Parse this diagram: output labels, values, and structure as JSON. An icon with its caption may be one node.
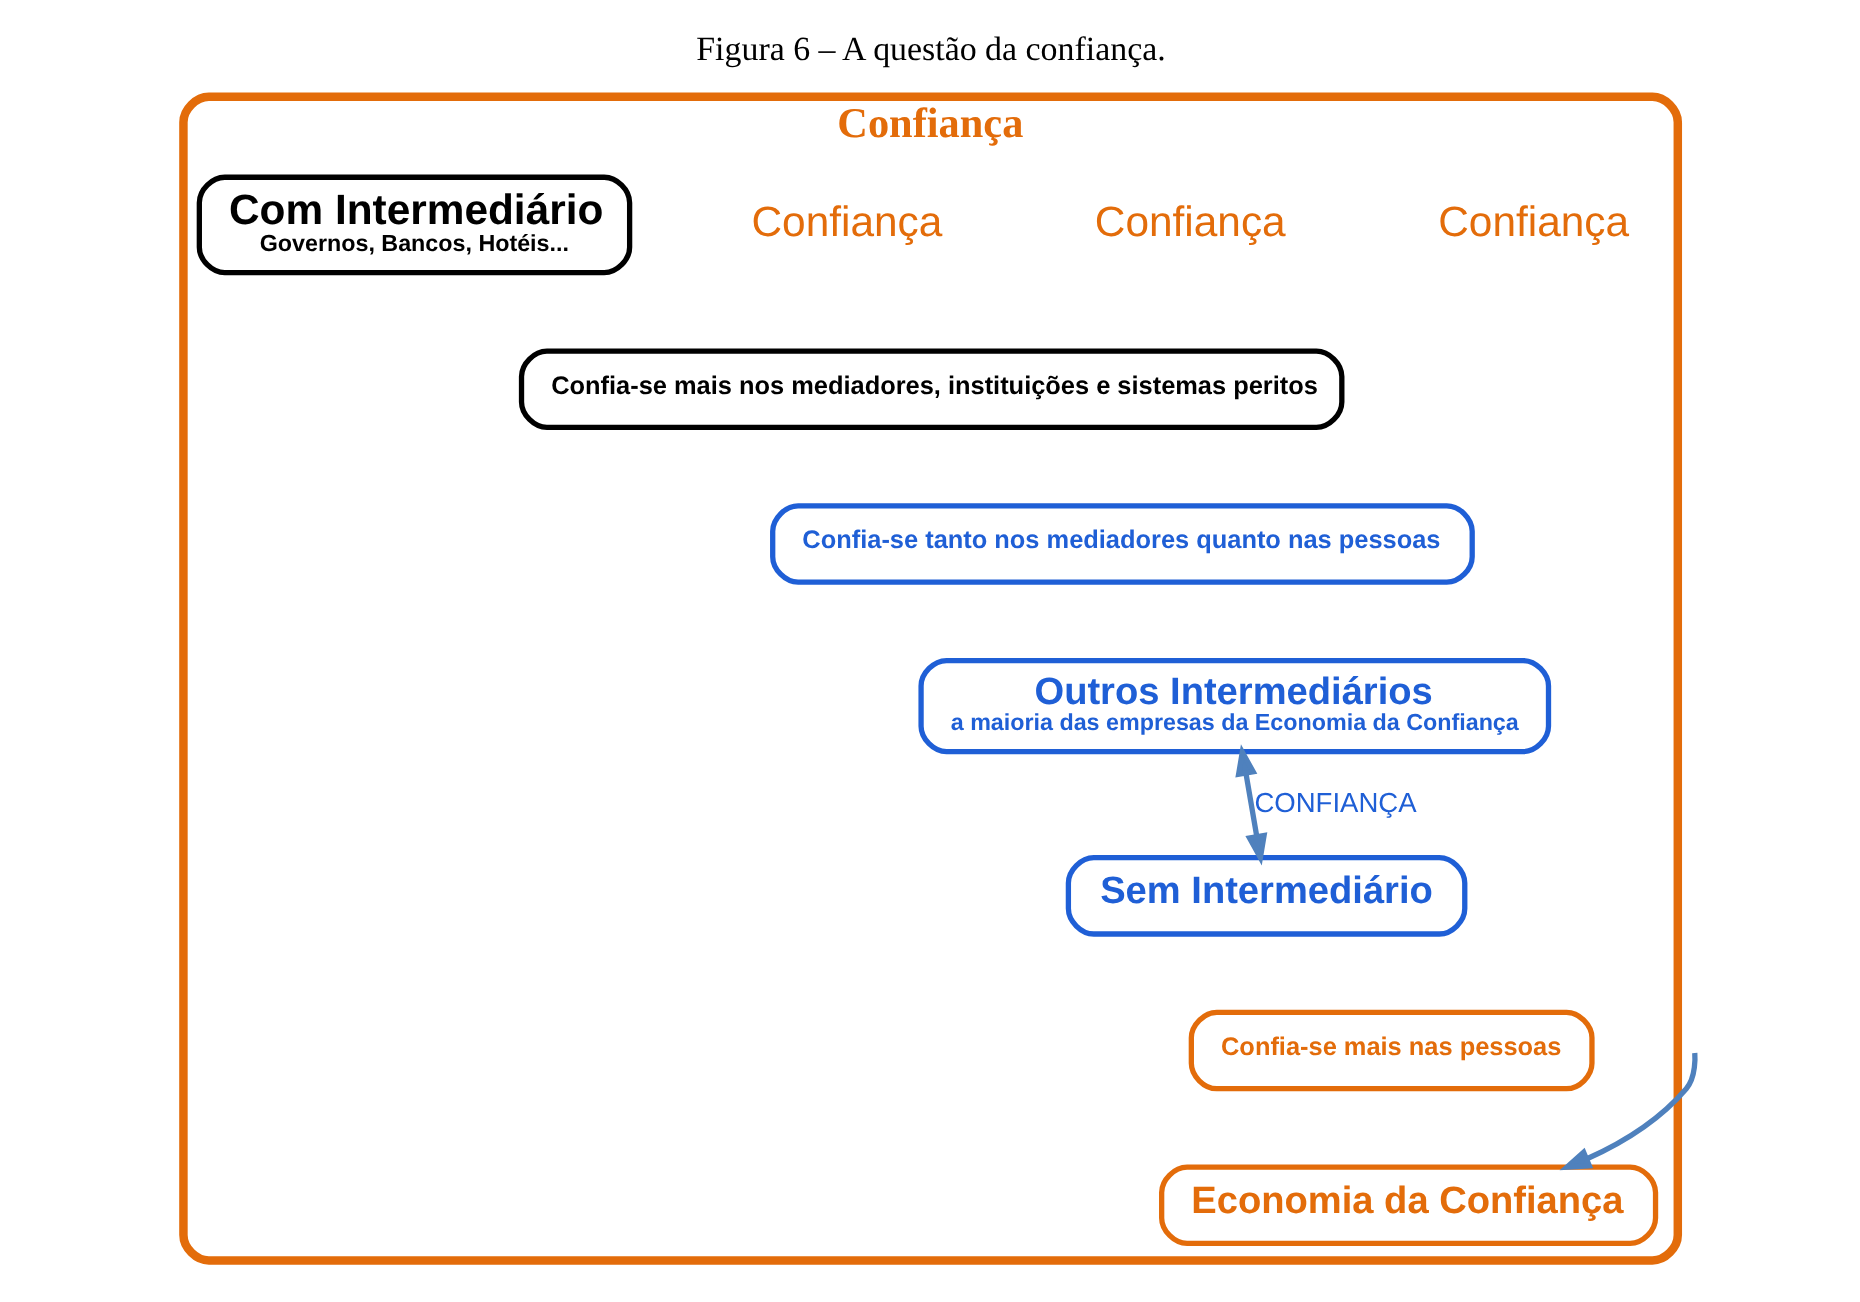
{
  "diagram": {
    "title": "Figura 6 – A questão da confiança.",
    "nodes": [
      {
        "text": [
          "Confiança"
        ]
      },
      {
        "text": [
          "Com Intermediário",
          "Governos, Bancos, Hotéis..."
        ],
        "in": 0
      },
      {
        "text": [
          "Confia-se mais nos mediadores, instituições e sistemas peritos"
        ],
        "in": 0
      },
      {
        "text": [
          "Sem Intermediário"
        ],
        "in": 0
      },
      {
        "text": [
          "Confia-se mais nas pessoas"
        ],
        "in": 0
      },
      {
        "text": [
          "Confia-se tanto nos mediadores quanto nas pessoas"
        ],
        "in": 0
      },
      {
        "text": [
          "Outros Intermediários",
          "a maioria das empresas da Economia da Confiança"
        ],
        "in": 0
      },
      {
        "text": [
          "Economia da Confiança"
        ],
        "in": 0
      }
    ],
    "edges": [
      {
        "from": 6,
        "to": 3,
        "arrow": "both",
        "label": "CONFIANÇA"
      },
      {
        "from": null,
        "to": 7,
        "arrow": "to"
      }
    ],
    "labels": [
      "Confiança",
      "Confiança",
      "Confiança"
    ]
  }
}
